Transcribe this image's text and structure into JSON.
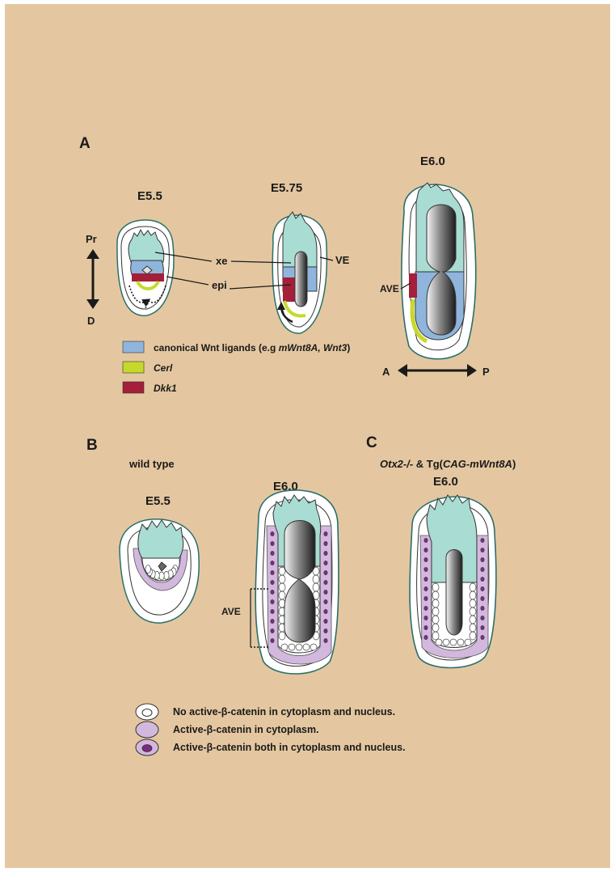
{
  "panel_a": {
    "letter": "A",
    "stages": [
      "E5.5",
      "E5.75",
      "E6.0"
    ],
    "labels": {
      "xe": "xe",
      "epi": "epi",
      "ve": "VE",
      "ave": "AVE",
      "question": "?",
      "proximal": "Pr",
      "distal": "D",
      "anterior": "A",
      "posterior": "P"
    },
    "legend": [
      {
        "color": "#8fb5dc",
        "text_plain": "canonical Wnt ligands (e.g ",
        "text_italic": "mWnt8A, Wnt3",
        "text_end": ")"
      },
      {
        "color": "#c6d92b",
        "text_plain": "",
        "text_italic": "Cerl",
        "text_end": ""
      },
      {
        "color": "#a31f3a",
        "text_plain": "",
        "text_italic": "Dkk1",
        "text_end": ""
      }
    ]
  },
  "panel_b": {
    "letter": "B",
    "subtitle": "wild type",
    "stages": [
      "E5.5",
      "E6.0"
    ],
    "ave_label": "AVE"
  },
  "panel_c": {
    "letter": "C",
    "genotype_italic_1": "Otx2-/-",
    "genotype_mid": " & Tg(",
    "genotype_italic_2": "CAG-mWnt8A",
    "genotype_end": ")",
    "stage": "E6.0"
  },
  "cell_legend": [
    {
      "type": "none",
      "text": "No active-β-catenin in cytoplasm and nucleus."
    },
    {
      "type": "cytoplasm",
      "text": "Active-β-catenin in cytoplasm."
    },
    {
      "type": "both",
      "text": "Active-β-catenin both in cytoplasm and nucleus."
    }
  ],
  "colors": {
    "background": "#e4c7a0",
    "extraembryonic": "#a9dcd3",
    "wnt": "#8fb5dc",
    "cerl": "#c6d92b",
    "dkk1": "#a31f3a",
    "cytoplasm": "#d3b8de",
    "nucleus": "#7d2a83"
  }
}
